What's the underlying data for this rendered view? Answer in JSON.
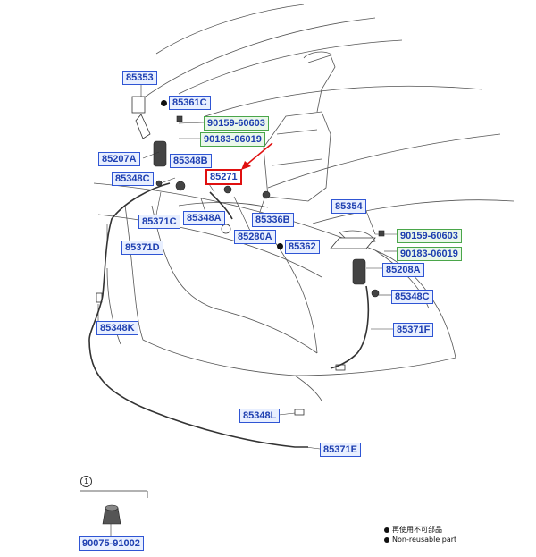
{
  "parts": {
    "p85353": "85353",
    "p85361C": "85361C",
    "p90159_top": "90159-60603",
    "p90183_top": "90183-06019",
    "p85207A": "85207A",
    "p85348B": "85348B",
    "p85271": "85271",
    "p85348C_left": "85348C",
    "p85371C": "85371C",
    "p85348A": "85348A",
    "p85336B": "85336B",
    "p85354": "85354",
    "p85280A": "85280A",
    "p90159_right": "90159-60603",
    "p85362": "85362",
    "p90183_right": "90183-06019",
    "p85371D": "85371D",
    "p85208A": "85208A",
    "p85348C_right": "85348C",
    "p85348K": "85348K",
    "p85371F": "85371F",
    "p85348L": "85348L",
    "p85371E": "85371E",
    "p90075": "90075-91002"
  },
  "callout_number": "1",
  "legend": {
    "chinese": "再使用不可部品",
    "english": "Non-reusable part"
  },
  "colors": {
    "label_text": "#1e3fb0",
    "label_border": "#2f55d4",
    "green_border": "#4aa64a",
    "highlight": "#e01010"
  }
}
